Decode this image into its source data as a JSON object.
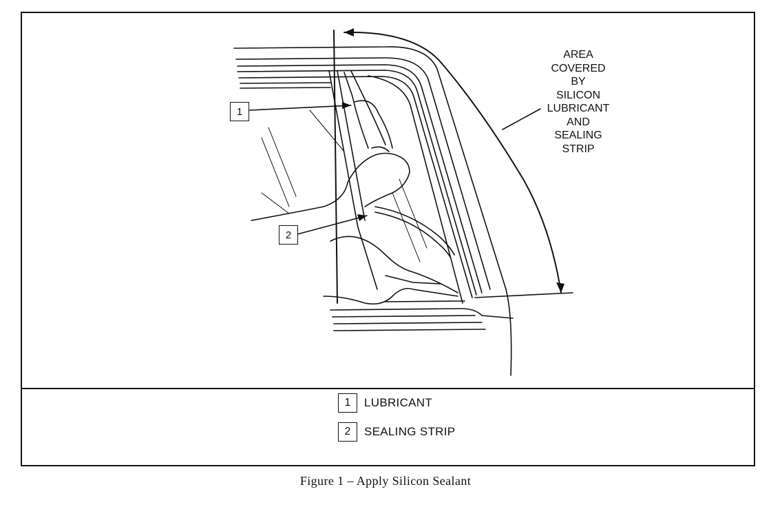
{
  "area_label_lines": [
    "AREA",
    "COVERED",
    "BY",
    "SILICON",
    "LUBRICANT",
    "AND",
    "SEALING",
    "STRIP"
  ],
  "callouts": [
    {
      "number": "1",
      "label": "LUBRICANT"
    },
    {
      "number": "2",
      "label": "SEALING STRIP"
    }
  ],
  "caption": "Figure 1 – Apply Silicon Sealant",
  "colors": {
    "line": "#111111",
    "background": "#ffffff"
  }
}
